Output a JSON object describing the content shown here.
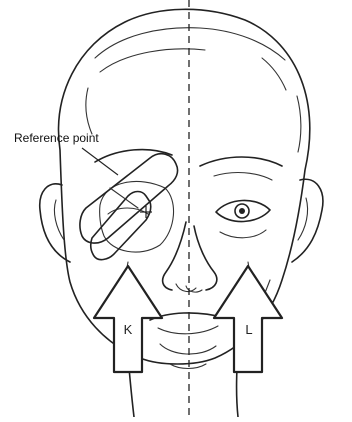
{
  "labels": {
    "reference_point": "Reference point",
    "arrow_left": "K",
    "arrow_right": "L"
  }
}
